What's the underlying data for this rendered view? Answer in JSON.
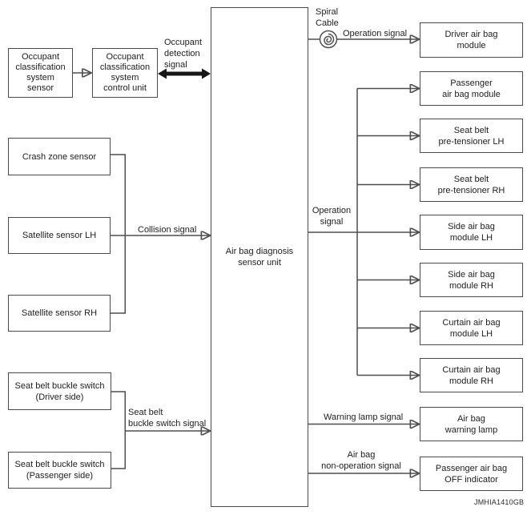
{
  "diagram_type": "block-diagram",
  "colors": {
    "background": "#ffffff",
    "line": "#4f4f4f",
    "box_border": "#4a4a4a",
    "text": "#1d1d1d",
    "thick_arrow": "#161616"
  },
  "boxes": {
    "occ_sensor": "Occupant\nclassification\nsystem\nsensor",
    "occ_ctrl": "Occupant\nclassification\nsystem\ncontrol unit",
    "crash_zone": "Crash zone sensor",
    "sat_lh": "Satellite sensor LH",
    "sat_rh": "Satellite sensor RH",
    "buckle_driver": "Seat belt buckle switch\n(Driver side)",
    "buckle_pass": "Seat belt buckle switch\n(Passenger side)",
    "central": "Air bag diagnosis\nsensor unit",
    "driver_ab": "Driver air bag\nmodule",
    "pass_ab": "Passenger\nair bag module",
    "pret_lh": "Seat belt\npre-tensioner LH",
    "pret_rh": "Seat belt\npre-tensioner RH",
    "side_lh": "Side air bag\nmodule LH",
    "side_rh": "Side air bag\nmodule RH",
    "curt_lh": "Curtain air bag\nmodule LH",
    "curt_rh": "Curtain air bag\nmodule RH",
    "warn_lamp": "Air bag\nwarning lamp",
    "off_ind": "Passenger air bag\nOFF indicator"
  },
  "labels": {
    "occupant_detection": "Occupant\ndetection\nsignal",
    "collision": "Collision signal",
    "seat_belt": "Seat belt\nbuckle switch signal",
    "spiral_cable": "Spiral\nCable",
    "operation_top": "Operation signal",
    "operation_mid": "Operation\nsignal",
    "warning_lamp": "Warning lamp signal",
    "non_operation": "Air bag\nnon-operation signal"
  },
  "watermark": "JMHIA1410GB"
}
